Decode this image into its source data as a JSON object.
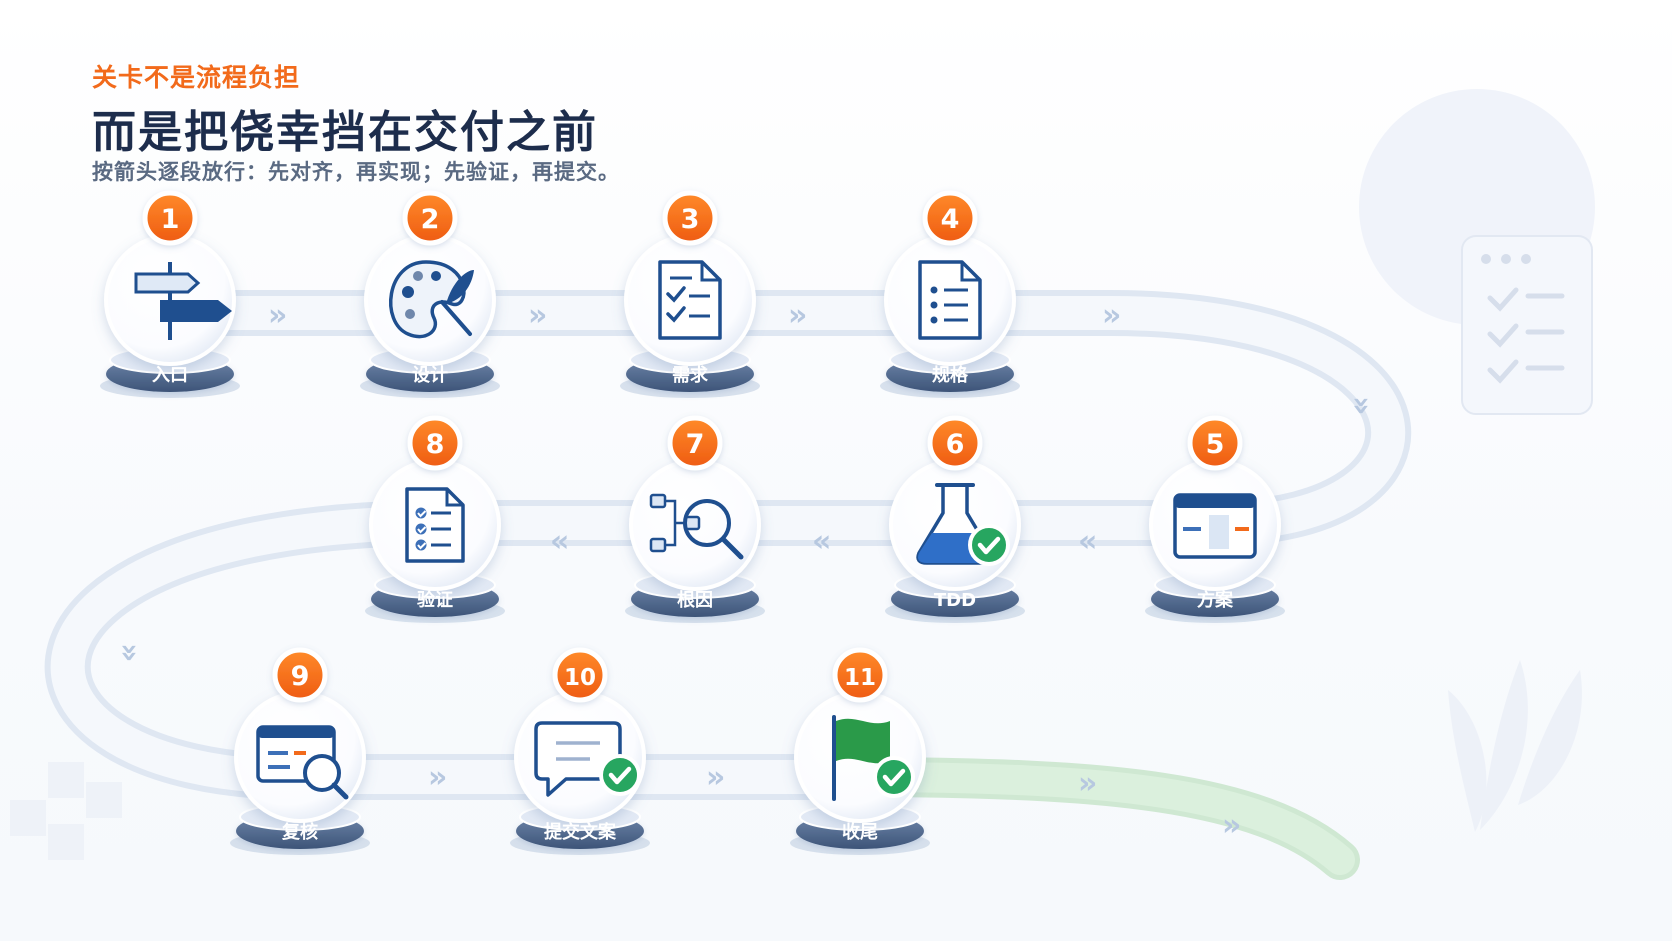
{
  "header": {
    "kicker": "关卡不是流程负担",
    "title": "而是把侥幸挡在交付之前",
    "subtitle": "按箭头逐段放行：先对齐，再实现；先验证，再提交。"
  },
  "colors": {
    "accent": "#f26a1b",
    "navy": "#1f4f8f",
    "track": "#e9eff8",
    "track_done": "#d9efdb",
    "check": "#27a660",
    "flag": "#2a9a49"
  },
  "steps": [
    {
      "num": "1",
      "label": "入口",
      "icon": "signpost-icon"
    },
    {
      "num": "2",
      "label": "设计",
      "icon": "palette-icon"
    },
    {
      "num": "3",
      "label": "需求",
      "icon": "checklist-doc-icon"
    },
    {
      "num": "4",
      "label": "规格",
      "icon": "spec-doc-icon"
    },
    {
      "num": "5",
      "label": "方案",
      "icon": "browser-window-icon"
    },
    {
      "num": "6",
      "label": "TDD",
      "icon": "flask-check-icon"
    },
    {
      "num": "7",
      "label": "根因",
      "icon": "root-cause-search-icon"
    },
    {
      "num": "8",
      "label": "验证",
      "icon": "verify-checklist-icon"
    },
    {
      "num": "9",
      "label": "复核",
      "icon": "review-magnifier-icon"
    },
    {
      "num": "10",
      "label": "提交文案",
      "icon": "message-check-icon"
    },
    {
      "num": "11",
      "label": "收尾",
      "icon": "flag-check-icon"
    }
  ]
}
